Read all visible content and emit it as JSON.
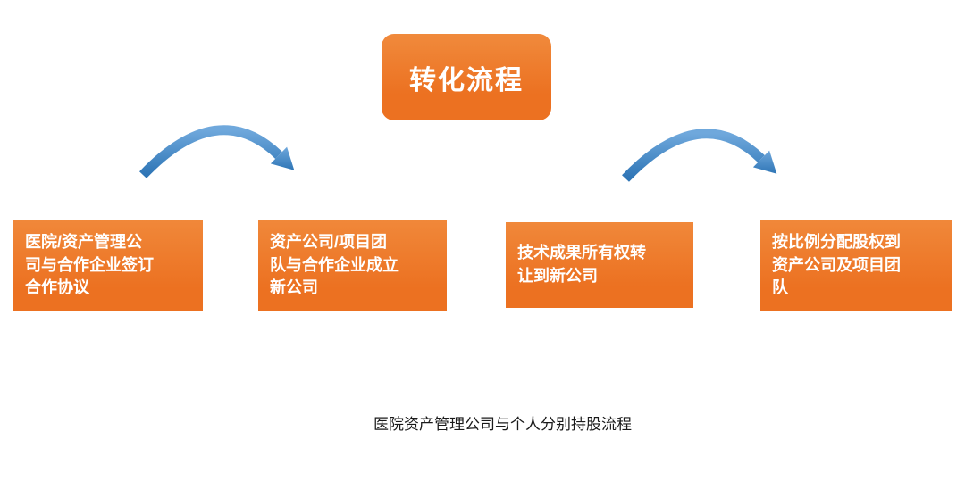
{
  "title": "转化流程",
  "steps": [
    {
      "label": "医院/资产管理公\n司与合作企业签订\n合作协议"
    },
    {
      "label": "资产公司/项目团\n队与合作企业成立\n新公司"
    },
    {
      "label": "技术成果所有权转\n让到新公司"
    },
    {
      "label": "按比例分配股权到\n资产公司及项目团\n队"
    }
  ],
  "caption": "医院资产管理公司与个人分别持股流程",
  "colors": {
    "box_orange": "#ED7121",
    "arrow_blue": "#2E75B6",
    "text_white": "#FFFFFF",
    "caption_text": "#1A1A1A"
  },
  "icons": {
    "left_arrow": "curved-arrow-icon",
    "right_arrow": "curved-arrow-icon"
  }
}
